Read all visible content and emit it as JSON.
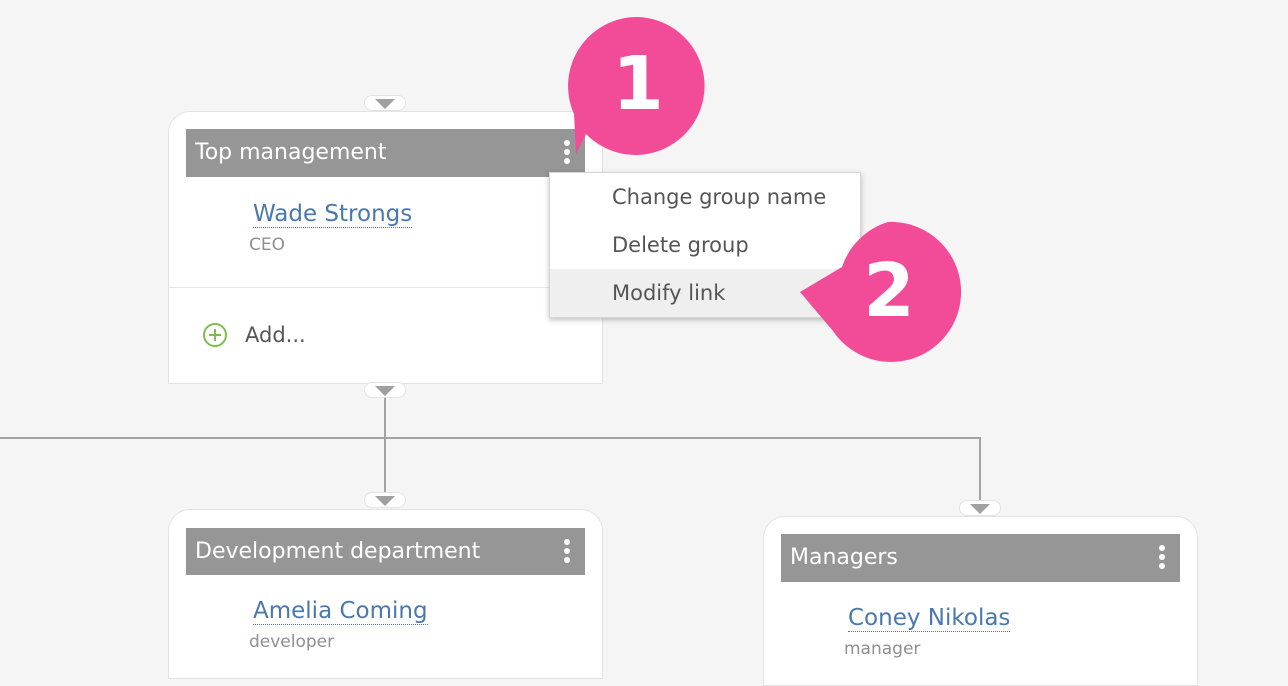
{
  "groups": {
    "top": {
      "title": "Top management",
      "member": {
        "name": "Wade Strongs",
        "role": "CEO"
      },
      "add_label": "Add..."
    },
    "development": {
      "title": "Development department",
      "member": {
        "name": "Amelia Coming",
        "role": "developer"
      }
    },
    "managers": {
      "title": "Managers",
      "member": {
        "name": "Coney Nikolas",
        "role": "manager"
      }
    }
  },
  "context_menu": {
    "items": [
      "Change group name",
      "Delete group",
      "Modify link"
    ],
    "highlighted": "Modify link"
  },
  "callouts": {
    "first": "1",
    "second": "2"
  },
  "colors": {
    "header": "#969696",
    "link": "#4a78ad",
    "callout": "#f24b98",
    "add": "#7bbf4a",
    "background": "#f5f5f5"
  }
}
